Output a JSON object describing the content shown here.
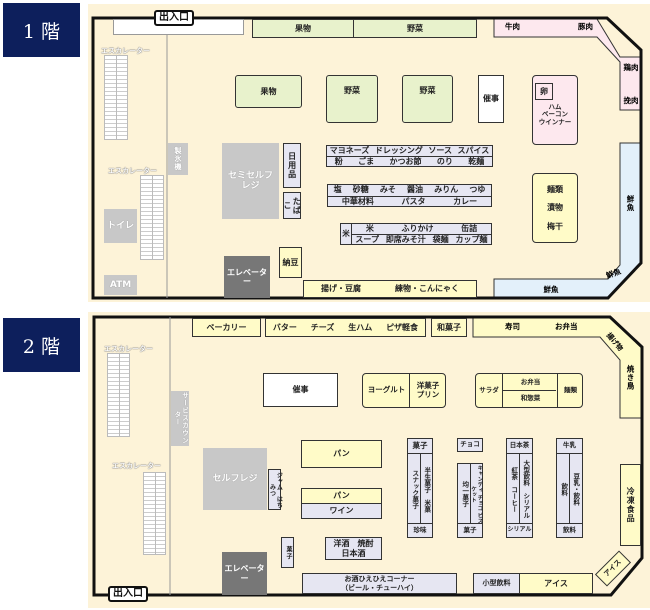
{
  "floor1": {
    "label": "1 階",
    "entrance": "出入口",
    "escalator_top": "エスカレーター",
    "escalator_mid": "エスカレーター",
    "ice_machine": "製氷機",
    "toilet": "トイレ",
    "atm": "ATM",
    "top_fruit": "果物",
    "top_vegetables": "野菜",
    "beef": "牛肉",
    "pork": "豚肉",
    "chicken": "鶏肉",
    "minced": "挽肉",
    "island_fruit": "果物",
    "island_veg1": "野菜",
    "island_veg2": "野菜",
    "event": "催事",
    "egg": "卵",
    "ham": "ハム\nベーコン\nウインナー",
    "register": "セミセルフ\nレジ",
    "daily_goods": "日用品",
    "tobacco": "たばこ",
    "shelf1_top": [
      "マヨネーズ",
      "ドレッシング",
      "ソース",
      "スパイス"
    ],
    "shelf1_bottom": [
      "粉",
      "ごま",
      "かつお節",
      "のり",
      "乾麺"
    ],
    "shelf2_top": [
      "塩",
      "砂糖",
      "みそ",
      "醤油",
      "みりん",
      "つゆ"
    ],
    "shelf2_bottom": [
      "中華材料",
      "パスタ",
      "カレー"
    ],
    "shelf3_side": "米",
    "shelf3_top": [
      "米",
      "ふりかけ",
      "缶詰"
    ],
    "shelf3_bottom": [
      "スープ",
      "即席みそ汁",
      "袋麺",
      "カップ麺"
    ],
    "noodles": "麺類",
    "pickles": "漬物",
    "umeboshi": "梅干",
    "fish_right": "鮮魚",
    "fish_corner": "鮮魚",
    "fish_bottom": "鮮魚",
    "natto": "納豆",
    "elevator": "エレベーター",
    "tofu": "揚げ・豆腐",
    "nerimono": "練物・こんにゃく"
  },
  "floor2": {
    "label": "2 階",
    "entrance": "出入口",
    "escalator_top": "エスカレーター",
    "escalator_mid": "エスカレーター",
    "service_counter": "サービスカウンター",
    "bakery": "ベーカリー",
    "butter_row": [
      "バター",
      "チーズ",
      "生ハム",
      "ピザ軽食"
    ],
    "wagashi": "和菓子",
    "sushi": "寿司",
    "bento_top": "お弁当",
    "fried": "揚げ物",
    "yakitori": "焼き鳥",
    "event": "催事",
    "yogurt": "ヨーグルト",
    "pudding": "洋菓子\nプリン",
    "salad": "サラダ",
    "bento": "お弁当",
    "souzai": "和惣菜",
    "noodles": "麺類",
    "frozen": "冷凍食品",
    "ice_corner": "アイス",
    "self_register": "セルフレジ",
    "jam": "ジャム　はちみつ",
    "bread1": "パン",
    "bread2": "パン",
    "wine": "ワイン",
    "snack_small": "菓子",
    "liquor": "洋酒　焼酎\n日本酒",
    "elevator": "エレベーター",
    "beer_corner": "お酒ひえひえコーナー\n（ビール・チューハイ）",
    "small_drinks": "小型飲料",
    "ice": "アイス",
    "shelf_a": {
      "head": "菓子",
      "left": "スナック菓子",
      "right": "半生菓子　米菓",
      "foot": "珍味"
    },
    "choco": "チョコ",
    "shelf_b": {
      "left": "均一菓子",
      "right": "キャンディ チョコ ビスケット",
      "foot": "菓子"
    },
    "shelf_c": {
      "head": "日本茶",
      "left": "紅茶　コーヒー",
      "right": "大型飲料　シリアル",
      "foot": "シリアル"
    },
    "shelf_d": {
      "head": "牛乳",
      "left": "飲料",
      "right": "豆乳・飲料",
      "foot": "飲料"
    }
  },
  "colors": {
    "navy": "#0d1f5c",
    "cream": "#fdf3d8",
    "produce": "#e8f2cc",
    "deli": "#fffbc8",
    "meat": "#fde8ee",
    "fish": "#e3f0fa",
    "grocery": "#e6e6f2"
  }
}
